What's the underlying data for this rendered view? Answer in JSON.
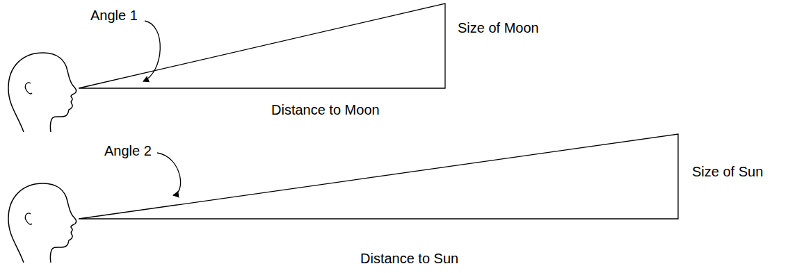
{
  "diagram": {
    "labels": [
      "Angle 1",
      "Size of Moon",
      "Distance to Moon",
      "Angle 2",
      "Size of Sun",
      "Distance to Sun"
    ]
  }
}
